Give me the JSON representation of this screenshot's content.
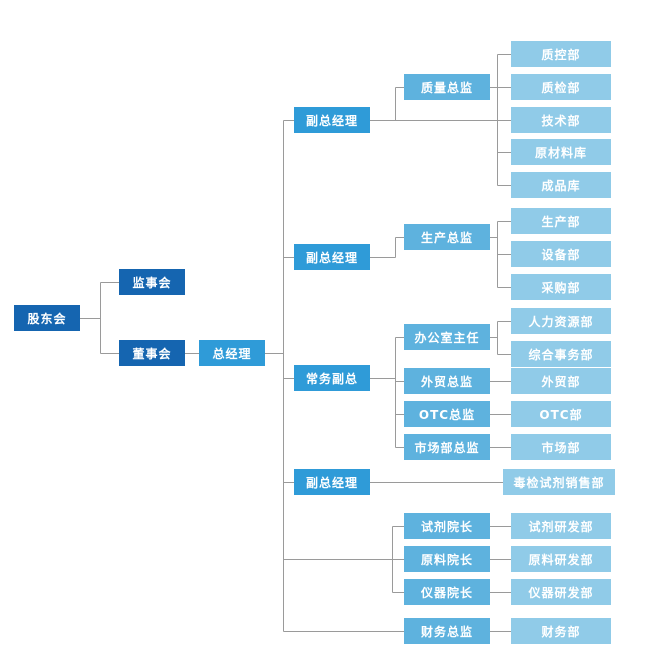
{
  "colors": {
    "level1": "#1565b0",
    "level2": "#2f9bd8",
    "level3": "#5eb2de",
    "level4": "#90cbe8",
    "line": "#9a9a9a"
  },
  "org": {
    "shareholders": "股东会",
    "supervisory_board": "监事会",
    "board_of_directors": "董事会",
    "general_manager": "总经理",
    "deputy_gm_1": "副总经理",
    "deputy_gm_2": "副总经理",
    "executive_deputy_gm": "常务副总",
    "deputy_gm_3": "副总经理",
    "quality_director": "质量总监",
    "production_director": "生产总监",
    "office_director": "办公室主任",
    "foreign_trade_director": "外贸总监",
    "otc_director": "OTC总监",
    "marketing_director": "市场部总监",
    "reagent_institute_dean": "试剂院长",
    "material_institute_dean": "原料院长",
    "instrument_institute_dean": "仪器院长",
    "finance_director": "财务总监",
    "qc_dept": "质控部",
    "inspection_dept": "质检部",
    "tech_dept": "技术部",
    "raw_material_warehouse": "原材料库",
    "finished_goods_warehouse": "成品库",
    "production_dept": "生产部",
    "equipment_dept": "设备部",
    "purchasing_dept": "采购部",
    "hr_dept": "人力资源部",
    "general_affairs_dept": "综合事务部",
    "foreign_trade_dept": "外贸部",
    "otc_dept": "OTC部",
    "marketing_dept": "市场部",
    "drug_test_reagent_sales_dept": "毒检试剂销售部",
    "reagent_rd_dept": "试剂研发部",
    "material_rd_dept": "原料研发部",
    "instrument_rd_dept": "仪器研发部",
    "finance_dept": "财务部"
  }
}
